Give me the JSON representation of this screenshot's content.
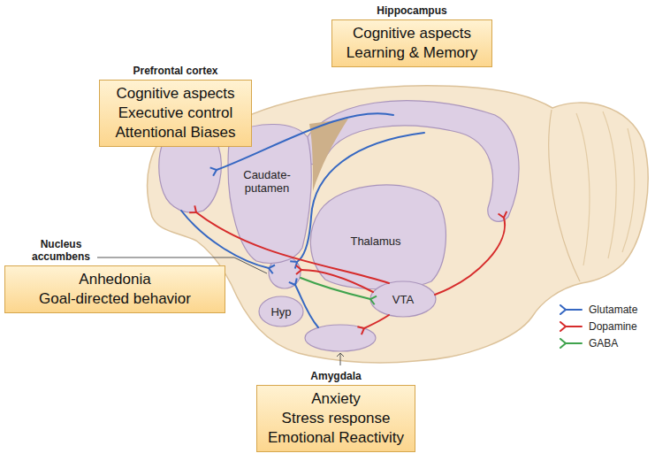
{
  "diagram": {
    "nodes": [
      {
        "text": [
          "Hippocampus",
          "Cognitive aspects Learning & Memory"
        ]
      },
      {
        "text": [
          "Prefrontal cortex",
          "Cognitive aspects Executive control Attentional Biases"
        ]
      },
      {
        "text": [
          "Caudate- putamen"
        ]
      },
      {
        "text": [
          "Nucleus accumbens",
          "Anhedonia Goal-directed behavior"
        ]
      },
      {
        "text": [
          "Thalamus"
        ]
      },
      {
        "text": [
          "VTA"
        ]
      },
      {
        "text": [
          "Hyp"
        ]
      },
      {
        "text": [
          "Amygdala",
          "Anxiety Stress response Emotional Reactivity"
        ]
      }
    ],
    "legend": [
      {
        "text": "Glutamate"
      },
      {
        "text": "Dopamine"
      },
      {
        "text": "GABA"
      }
    ]
  }
}
